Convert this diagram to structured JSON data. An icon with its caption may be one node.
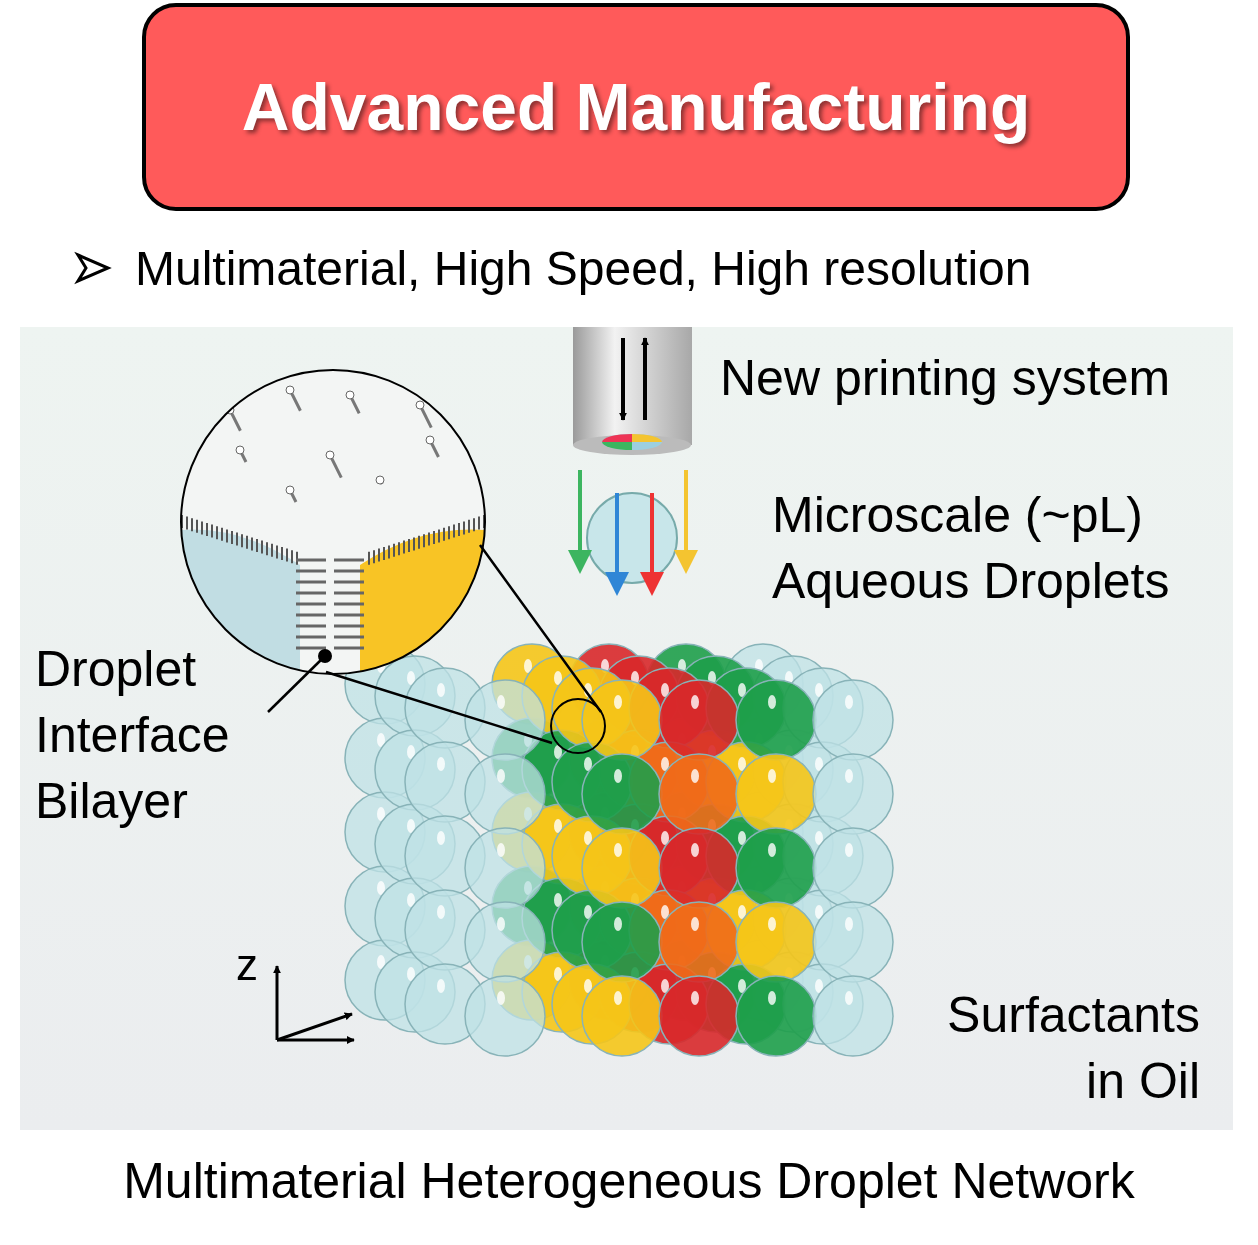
{
  "diagram": {
    "title": "Advanced Manufacturing",
    "caption": "Multimaterial Heterogeneous Droplet Network",
    "nodes": [
      {
        "text": [
          "Droplet Interface Bilayer"
        ]
      },
      {
        "text": [],
        "shape": "picture"
      },
      {
        "text": [],
        "shape": "circle"
      }
    ],
    "edges": [
      {
        "from": 0,
        "to": 1,
        "arrow": "none"
      },
      {
        "from": 1,
        "to": 2,
        "arrow": "none"
      }
    ],
    "labels": [
      "Multimaterial, High Speed, High resolution",
      "New printing system",
      "Microscale (~pL) Aqueous Droplets",
      "z",
      "Surfactants in Oil"
    ]
  }
}
